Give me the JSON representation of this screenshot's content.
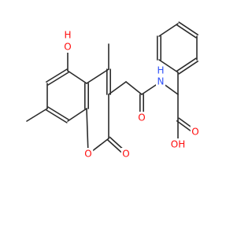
{
  "molecule": {
    "atoms": {
      "o_hydroxyl": "O",
      "h_hydroxyl": "H",
      "o_ring": "O",
      "o_lactone_carbonyl": "O",
      "o_amide_carbonyl": "O",
      "n_amide": "N",
      "h_amide": "H",
      "o_acid_carbonyl": "O",
      "o_acid_hydroxyl": "OH"
    },
    "colors": {
      "bond": "#2b2b2b",
      "oxygen": "#ff0d0d",
      "nitrogen": "#2f50f8",
      "background": "#ffffff"
    }
  }
}
